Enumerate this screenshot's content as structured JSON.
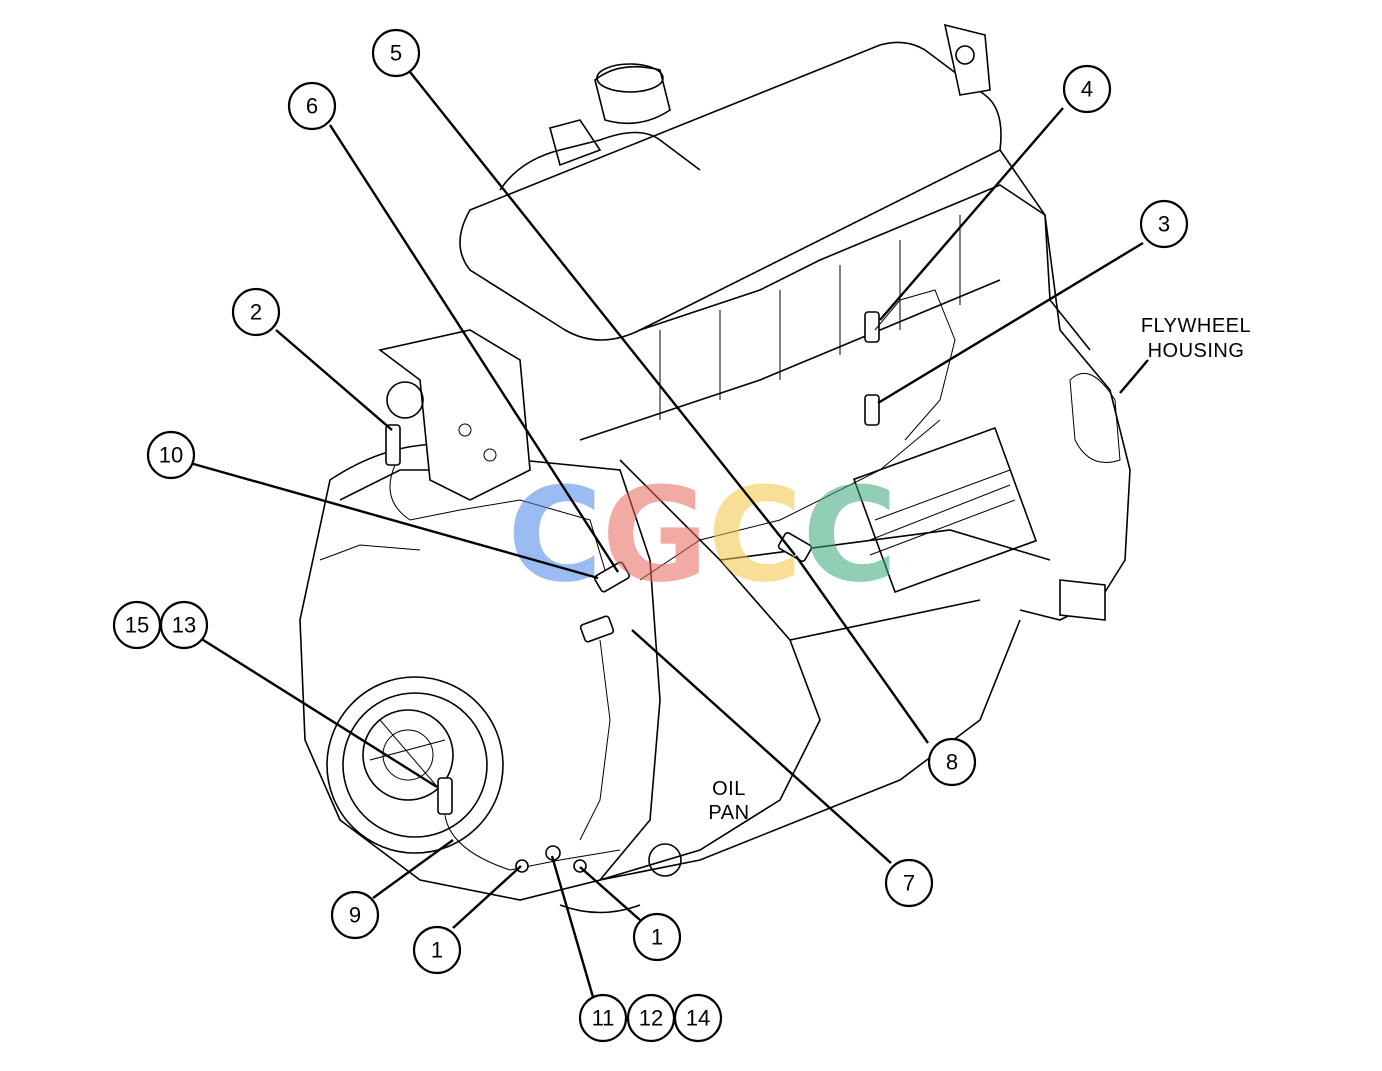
{
  "callouts": [
    {
      "id": "c5",
      "label": "5"
    },
    {
      "id": "c6",
      "label": "6"
    },
    {
      "id": "c4",
      "label": "4"
    },
    {
      "id": "c3",
      "label": "3"
    },
    {
      "id": "c2",
      "label": "2"
    },
    {
      "id": "c10",
      "label": "10"
    },
    {
      "id": "c15",
      "label": "15"
    },
    {
      "id": "c13",
      "label": "13"
    },
    {
      "id": "c8",
      "label": "8"
    },
    {
      "id": "c7",
      "label": "7"
    },
    {
      "id": "c9",
      "label": "9"
    },
    {
      "id": "c1a",
      "label": "1"
    },
    {
      "id": "c1b",
      "label": "1"
    },
    {
      "id": "c11",
      "label": "11"
    },
    {
      "id": "c12",
      "label": "12"
    },
    {
      "id": "c14",
      "label": "14"
    }
  ],
  "area_labels": {
    "flywheel_line1": "FLYWHEEL",
    "flywheel_line2": "HOUSING",
    "oil_pan_line1": "OIL",
    "oil_pan_line2": "PAN"
  },
  "watermark": {
    "letters": [
      "C",
      "G",
      "C",
      "C"
    ],
    "colors": [
      "#4a86e8",
      "#e8675a",
      "#f4c542",
      "#3aa57a"
    ]
  }
}
